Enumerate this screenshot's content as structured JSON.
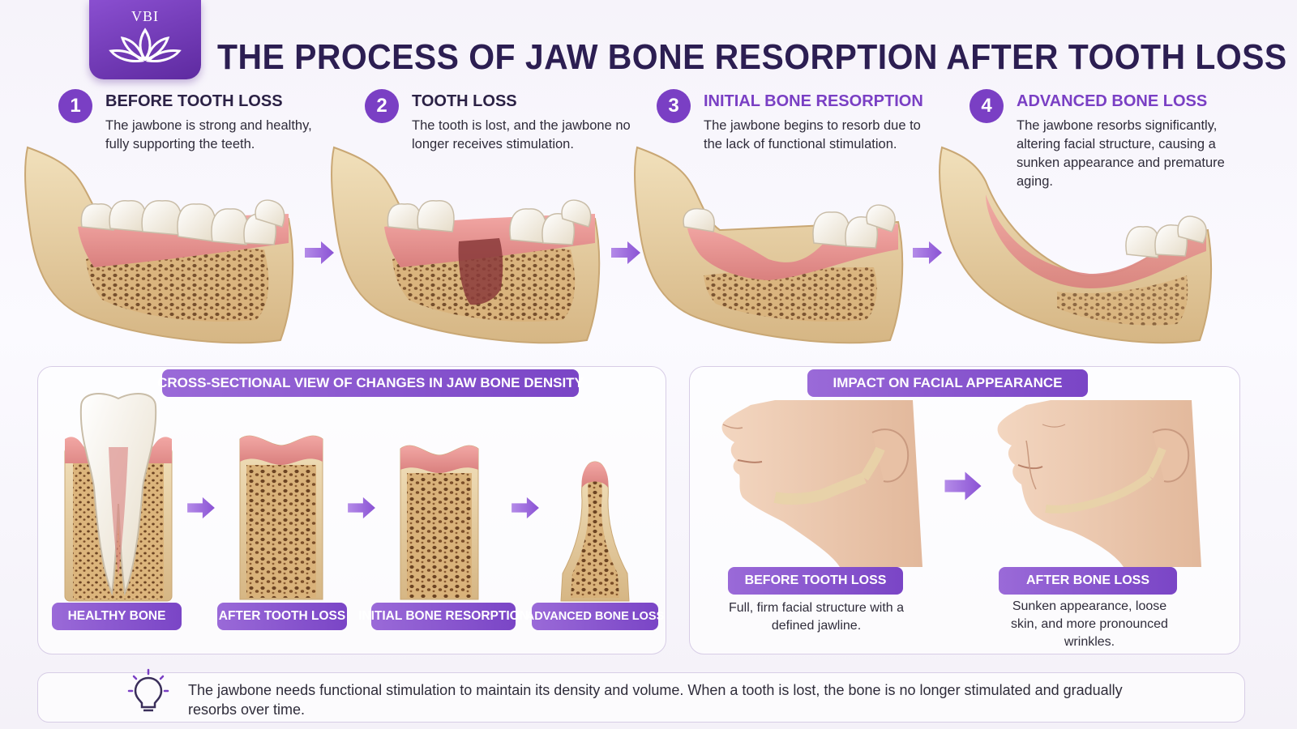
{
  "brand": {
    "logo_text": "VBI"
  },
  "title": "THE PROCESS OF JAW BONE RESORPTION AFTER TOOTH LOSS",
  "stages": [
    {
      "number": "1",
      "title": "BEFORE TOOTH LOSS",
      "description": "The jawbone is strong and healthy, fully supporting the teeth."
    },
    {
      "number": "2",
      "title": "TOOTH LOSS",
      "description": "The tooth is lost, and the jawbone no longer receives stimulation."
    },
    {
      "number": "3",
      "title": "INITIAL BONE RESORPTION",
      "description": "The jawbone begins to resorb due to the lack of functional stimulation."
    },
    {
      "number": "4",
      "title": "ADVANCED BONE LOSS",
      "description": "The jawbone resorbs significantly, altering facial structure, causing a sunken appearance and premature aging."
    }
  ],
  "cross_section": {
    "header": "CROSS-SECTIONAL VIEW OF CHANGES IN JAW BONE DENSITY",
    "labels": [
      "HEALTHY BONE",
      "AFTER TOOTH LOSS",
      "INITIAL BONE RESORPTION",
      "ADVANCED BONE LOSS"
    ]
  },
  "facial": {
    "header": "IMPACT ON FACIAL APPEARANCE",
    "before": {
      "label": "BEFORE TOOTH LOSS",
      "caption": "Full, firm facial structure with a defined jawline."
    },
    "after": {
      "label": "AFTER BONE LOSS",
      "caption": "Sunken appearance, loose skin, and more pronounced wrinkles."
    }
  },
  "footer_note": "The jawbone needs functional stimulation to maintain its density and volume. When a tooth is lost, the bone is no longer stimulated and gradually resorbs over time.",
  "colors": {
    "accent": "#7a3fc4",
    "bone": "#e8d3a8",
    "gum": "#e59a9a",
    "tooth": "#f4efe4"
  },
  "icons": {
    "logo": "lotus-icon",
    "arrow": "arrow-right-icon",
    "tip": "lightbulb-icon"
  }
}
